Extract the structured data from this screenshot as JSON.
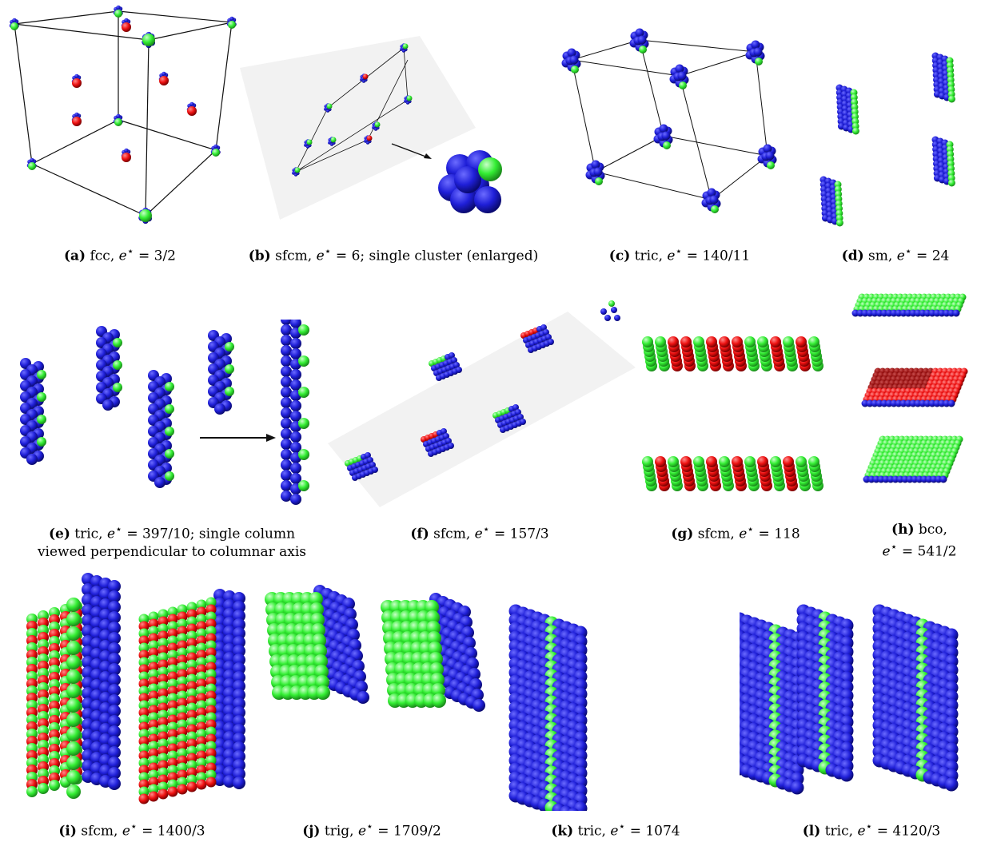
{
  "colors": {
    "blue": "#1f1fd8",
    "green": "#33ee33",
    "red": "#ee1111",
    "darkred": "#991111",
    "line": "#111111",
    "plane": "#f2f2f2"
  },
  "panels": [
    {
      "id": "a",
      "label": "(a)",
      "prefix": " fcc, ",
      "sym": "e",
      "sup": "⋆",
      "value": " = 3/2"
    },
    {
      "id": "b",
      "label": "(b)",
      "prefix": " sfcm, ",
      "sym": "e",
      "sup": "⋆",
      "value": " = 6; single cluster (enlarged)"
    },
    {
      "id": "c",
      "label": "(c)",
      "prefix": " tric, ",
      "sym": "e",
      "sup": "⋆",
      "value": " = 140/11"
    },
    {
      "id": "d",
      "label": "(d)",
      "prefix": " sm, ",
      "sym": "e",
      "sup": "⋆",
      "value": " = 24"
    },
    {
      "id": "e",
      "label": "(e)",
      "prefix": " tric, ",
      "sym": "e",
      "sup": "⋆",
      "value": " = 397/10; single column",
      "line2": "viewed perpendicular to columnar axis"
    },
    {
      "id": "f",
      "label": "(f)",
      "prefix": " sfcm, ",
      "sym": "e",
      "sup": "⋆",
      "value": " = 157/3"
    },
    {
      "id": "g",
      "label": "(g)",
      "prefix": " sfcm, ",
      "sym": "e",
      "sup": "⋆",
      "value": " = 118"
    },
    {
      "id": "h",
      "label": "(h)",
      "prefix": " bco,",
      "sym": "e",
      "sup": "⋆",
      "value": " = 541/2",
      "split": true
    },
    {
      "id": "i",
      "label": "(i)",
      "prefix": " sfcm, ",
      "sym": "e",
      "sup": "⋆",
      "value": " = 1400/3"
    },
    {
      "id": "j",
      "label": "(j)",
      "prefix": " trig, ",
      "sym": "e",
      "sup": "⋆",
      "value": " = 1709/2"
    },
    {
      "id": "k",
      "label": "(k)",
      "prefix": " tric, ",
      "sym": "e",
      "sup": "⋆",
      "value": " = 1074"
    },
    {
      "id": "l",
      "label": "(l)",
      "prefix": " tric, ",
      "sym": "e",
      "sup": "⋆",
      "value": " = 4120/3"
    }
  ]
}
